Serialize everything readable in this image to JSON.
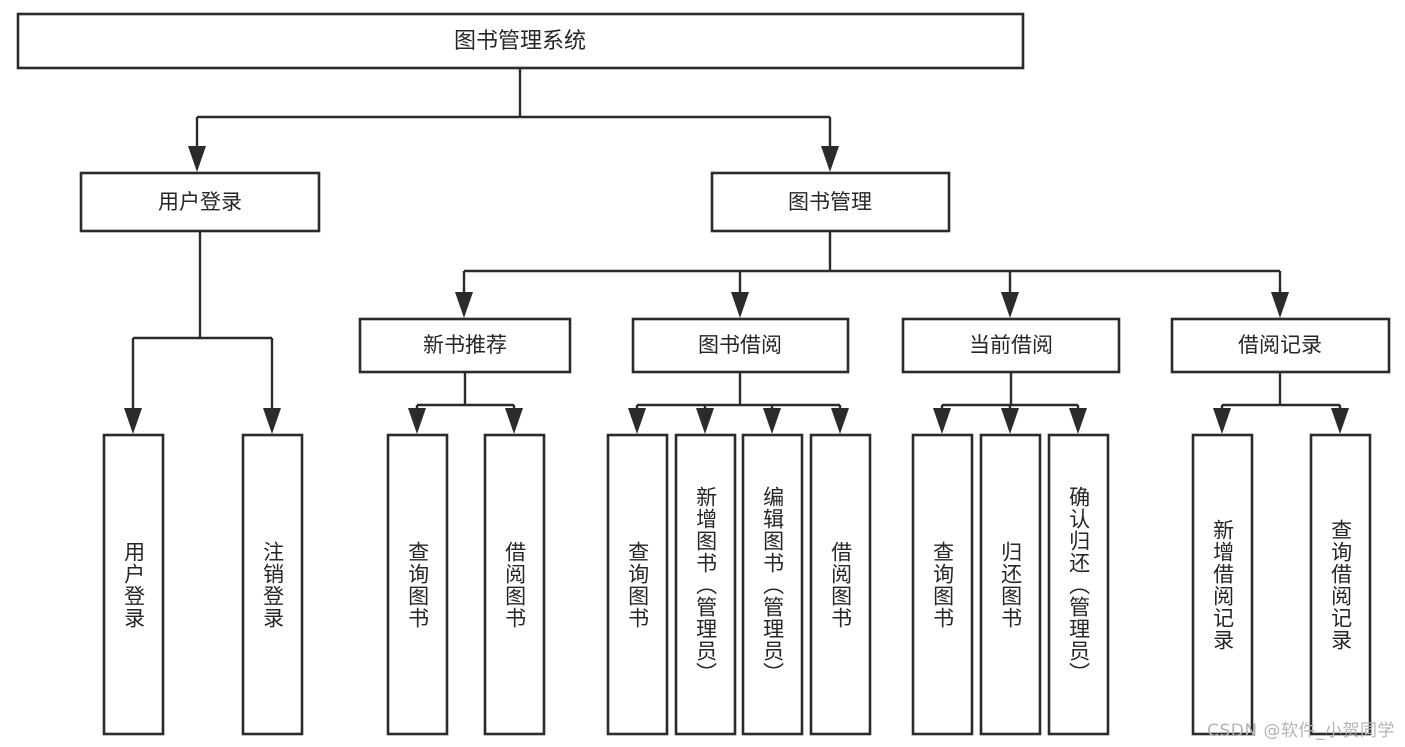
{
  "diagram": {
    "type": "tree-hierarchy",
    "title": "图书管理系统",
    "watermark": "CSDN @软件_小贺同学",
    "colors": {
      "box_stroke": "#2b2b2b",
      "box_fill": "#ffffff",
      "connector": "#2b2b2b",
      "text": "#262626",
      "watermark": "#b4b4b4",
      "background": "#ffffff"
    },
    "levels": [
      {
        "level": 1,
        "nodes": [
          {
            "id": "root",
            "label": "图书管理系统",
            "orientation": "horizontal"
          }
        ]
      },
      {
        "level": 2,
        "nodes": [
          {
            "id": "login",
            "label": "用户登录",
            "orientation": "horizontal",
            "parent": "root"
          },
          {
            "id": "bookmgmt",
            "label": "图书管理",
            "orientation": "horizontal",
            "parent": "root"
          }
        ]
      },
      {
        "level": 3,
        "nodes": [
          {
            "id": "newbook",
            "label": "新书推荐",
            "orientation": "horizontal",
            "parent": "bookmgmt"
          },
          {
            "id": "borrow",
            "label": "图书借阅",
            "orientation": "horizontal",
            "parent": "bookmgmt"
          },
          {
            "id": "current",
            "label": "当前借阅",
            "orientation": "horizontal",
            "parent": "bookmgmt"
          },
          {
            "id": "records",
            "label": "借阅记录",
            "orientation": "horizontal",
            "parent": "bookmgmt"
          }
        ]
      },
      {
        "level": 4,
        "nodes": [
          {
            "id": "leaf-1",
            "label": "用户登录",
            "orientation": "vertical",
            "parent": "login"
          },
          {
            "id": "leaf-2",
            "label": "注销登录",
            "orientation": "vertical",
            "parent": "login"
          },
          {
            "id": "leaf-3",
            "label": "查询图书",
            "orientation": "vertical",
            "parent": "newbook"
          },
          {
            "id": "leaf-4",
            "label": "借阅图书",
            "orientation": "vertical",
            "parent": "newbook"
          },
          {
            "id": "leaf-5",
            "label": "查询图书",
            "orientation": "vertical",
            "parent": "borrow"
          },
          {
            "id": "leaf-6",
            "label": "新增图书（管理员）",
            "orientation": "vertical",
            "parent": "borrow"
          },
          {
            "id": "leaf-7",
            "label": "编辑图书（管理员）",
            "orientation": "vertical",
            "parent": "borrow"
          },
          {
            "id": "leaf-8",
            "label": "借阅图书",
            "orientation": "vertical",
            "parent": "borrow"
          },
          {
            "id": "leaf-9",
            "label": "查询图书",
            "orientation": "vertical",
            "parent": "current"
          },
          {
            "id": "leaf-10",
            "label": "归还图书",
            "orientation": "vertical",
            "parent": "current"
          },
          {
            "id": "leaf-11",
            "label": "确认归还（管理员）",
            "orientation": "vertical",
            "parent": "current"
          },
          {
            "id": "leaf-12",
            "label": "新增借阅记录",
            "orientation": "vertical",
            "parent": "records"
          },
          {
            "id": "leaf-13",
            "label": "查询借阅记录",
            "orientation": "vertical",
            "parent": "records"
          }
        ]
      }
    ]
  }
}
